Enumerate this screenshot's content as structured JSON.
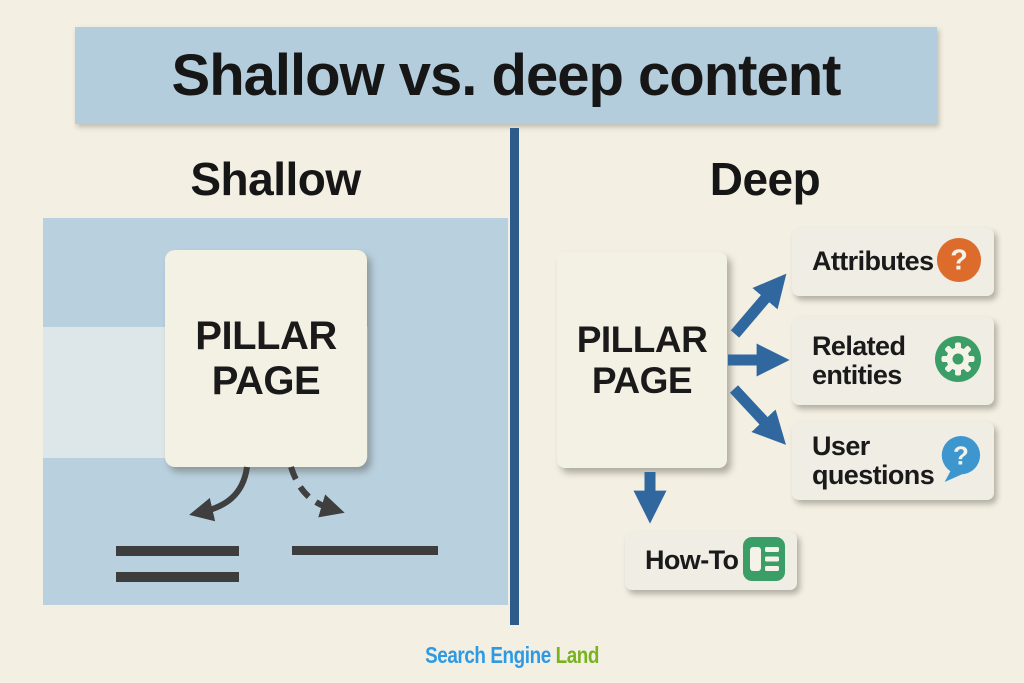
{
  "title": "Shallow vs. deep content",
  "columns": {
    "left": {
      "heading": "Shallow",
      "pillar_label": "PILLAR\nPAGE"
    },
    "right": {
      "heading": "Deep",
      "pillar_label": "PILLAR\nPAGE",
      "nodes": [
        {
          "label": "Attributes",
          "icon": "question-circle-icon",
          "icon_color": "#dd6b2b"
        },
        {
          "label": "Related\nentities",
          "icon": "gear-icon",
          "icon_color": "#3a9e66"
        },
        {
          "label": "User\nquestions",
          "icon": "question-bubble-icon",
          "icon_color": "#3e96ce"
        },
        {
          "label": "How-To",
          "icon": "howto-list-icon",
          "icon_color": "#3a9e66"
        }
      ]
    }
  },
  "footer": {
    "brand_part1": "Search Engine ",
    "brand_part2": "Land",
    "brand_color1": "#2d9ae3",
    "brand_color2": "#7ab320"
  },
  "colors": {
    "background": "#f3efe2",
    "banner_blue": "#b4cddc",
    "shallow_rect_blue": "#b9d0de",
    "shallow_band_pale": "#dde6e8",
    "divider_navy": "#2d5c8a",
    "arrow_steel_blue": "#2f679e",
    "arrow_dark_gray": "#3f3f3f",
    "card_offwhite": "#efede4",
    "text_black": "#1a1a1a"
  }
}
